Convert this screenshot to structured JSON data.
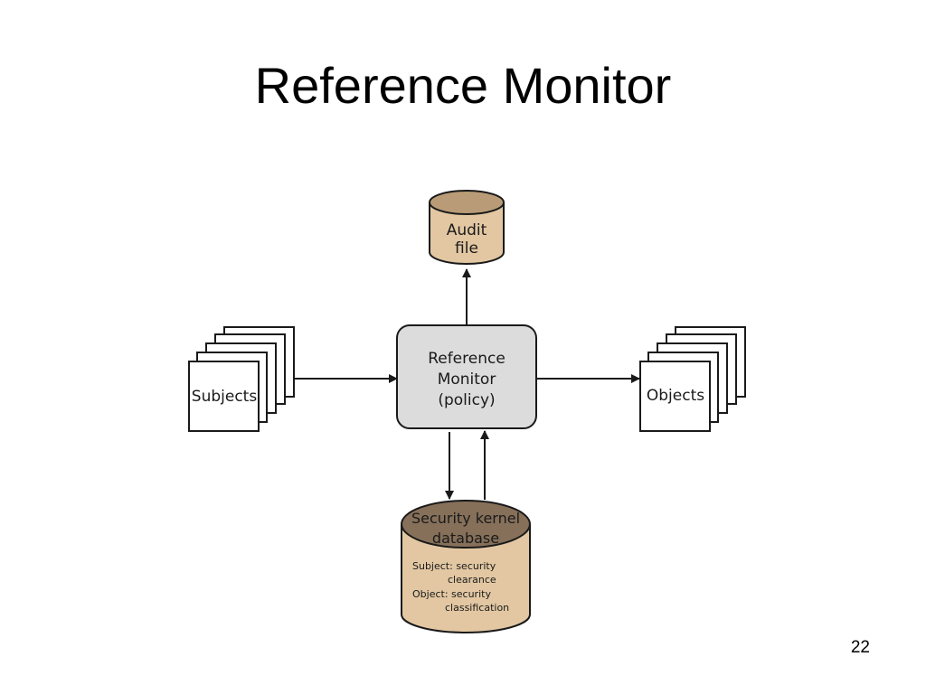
{
  "slide": {
    "title": "Reference Monitor",
    "page_number": "22"
  },
  "diagram": {
    "audit_file": {
      "line1": "Audit",
      "line2": "file"
    },
    "reference_monitor": {
      "line1": "Reference",
      "line2": "Monitor",
      "line3": "(policy)"
    },
    "subjects": {
      "label": "Subjects"
    },
    "objects": {
      "label": "Objects"
    },
    "kernel_db": {
      "title_line1": "Security kernel",
      "title_line2": "database",
      "subject_key": "Subject: security",
      "subject_val": "clearance",
      "object_key": "Object: security",
      "object_val": "classification"
    },
    "colors": {
      "cylinder_fill": "#e2c7a2",
      "cylinder_top": "#b99c77",
      "kernel_top": "#86705a",
      "box_fill": "#dcdcdc",
      "stroke": "#1a1a1a"
    }
  }
}
